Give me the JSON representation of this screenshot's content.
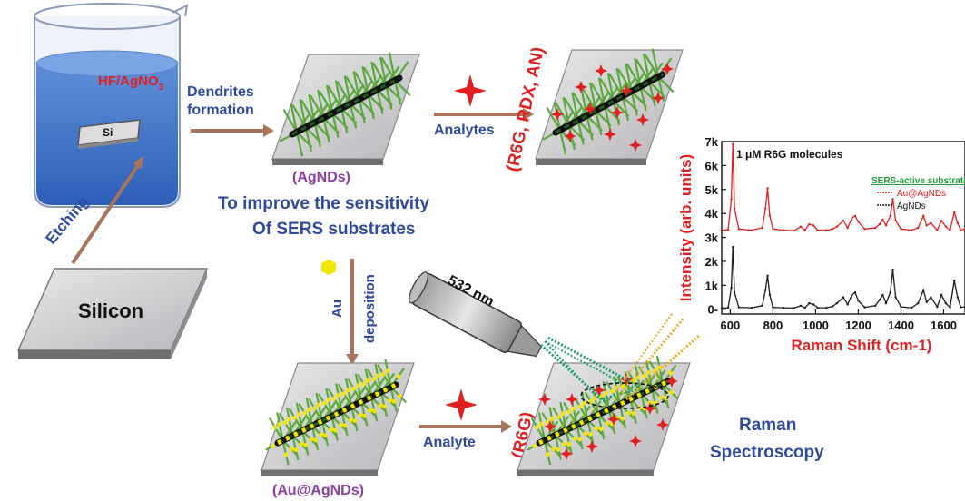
{
  "colors": {
    "blue_text": "#2e4a9e",
    "purple_text": "#8a3fa0",
    "red_text": "#e02020",
    "arrow": "#a8745a",
    "spectrum_red": "#e02020",
    "spectrum_black": "#1a1a1a",
    "green_legend": "#1f9e3a"
  },
  "labels": {
    "solution": "HF/AgNO",
    "solution_sub": "3",
    "wafer_small": "Si",
    "silicon": "Silicon",
    "etching": "Etching",
    "dendrites_1": "Dendrites",
    "dendrites_2": "formation",
    "agnds": "(AgNDs)",
    "improve_1": "To improve the sensitivity",
    "improve_2": "Of SERS substrates",
    "analytes": "Analytes",
    "analytes_list": "(R6G, RDX, AN)",
    "au": "Au",
    "deposition": "deposition",
    "laser": "532 nm",
    "au_agnds": "(Au@AgNDs)",
    "analyte": "Analyte",
    "r6g": "(R6G)",
    "raman_1": "Raman",
    "raman_2": "Spectroscopy"
  },
  "icons": [
    "beaker-icon",
    "star-icon",
    "laser-probe-icon",
    "gold-nanoparticle-icon"
  ],
  "chart_data": {
    "type": "line",
    "annotation": "1 μM R6G molecules",
    "xlabel": "Raman Shift (cm-1)",
    "ylabel": "Intensity (arb. units)",
    "xlim": [
      560,
      1700
    ],
    "ylim": [
      -200,
      7000
    ],
    "xticks": [
      600,
      800,
      1000,
      1200,
      1400,
      1600
    ],
    "yticks": [
      0,
      1000,
      2000,
      3000,
      4000,
      5000,
      6000,
      7000
    ],
    "xtick_labels": [
      "600",
      "800",
      "1000",
      "1200",
      "1400",
      "1600"
    ],
    "ytick_labels": [
      "0-",
      "1k",
      "2k",
      "3k",
      "4k",
      "5k",
      "6k",
      "7k"
    ],
    "legend_title": "SERS-active substrates",
    "legend_position": "top-right",
    "series": [
      {
        "name": "Au@AgNDs",
        "x": [
          560,
          590,
          605,
          612,
          620,
          640,
          700,
          750,
          765,
          775,
          785,
          800,
          850,
          900,
          930,
          950,
          970,
          990,
          1010,
          1050,
          1080,
          1100,
          1130,
          1150,
          1170,
          1185,
          1200,
          1230,
          1280,
          1300,
          1315,
          1330,
          1350,
          1362,
          1375,
          1400,
          1450,
          1480,
          1505,
          1520,
          1540,
          1570,
          1590,
          1610,
          1630,
          1650,
          1665,
          1680,
          1700
        ],
        "y": [
          3300,
          3320,
          4600,
          6900,
          4200,
          3350,
          3300,
          3400,
          4200,
          5050,
          3900,
          3350,
          3300,
          3280,
          3450,
          3300,
          3550,
          3500,
          3300,
          3300,
          3350,
          3450,
          3700,
          3400,
          3800,
          3900,
          3650,
          3350,
          3400,
          3550,
          3750,
          3500,
          3900,
          4600,
          3700,
          3350,
          3300,
          3400,
          3900,
          3500,
          3600,
          3300,
          3700,
          3450,
          3300,
          4050,
          3600,
          3300,
          3350
        ]
      },
      {
        "name": "AgNDs",
        "x": [
          560,
          590,
          605,
          612,
          620,
          640,
          700,
          750,
          765,
          775,
          785,
          800,
          850,
          900,
          930,
          950,
          970,
          990,
          1010,
          1050,
          1080,
          1100,
          1130,
          1150,
          1170,
          1185,
          1200,
          1230,
          1280,
          1300,
          1315,
          1330,
          1350,
          1362,
          1375,
          1400,
          1450,
          1480,
          1505,
          1520,
          1540,
          1570,
          1590,
          1610,
          1630,
          1650,
          1665,
          1680,
          1700
        ],
        "y": [
          50,
          60,
          900,
          2600,
          700,
          80,
          60,
          150,
          800,
          1400,
          600,
          80,
          60,
          50,
          150,
          60,
          250,
          200,
          60,
          60,
          120,
          250,
          500,
          200,
          600,
          700,
          350,
          80,
          150,
          400,
          600,
          250,
          700,
          1650,
          500,
          100,
          60,
          250,
          800,
          300,
          500,
          100,
          600,
          250,
          80,
          1200,
          500,
          80,
          100
        ]
      }
    ]
  }
}
